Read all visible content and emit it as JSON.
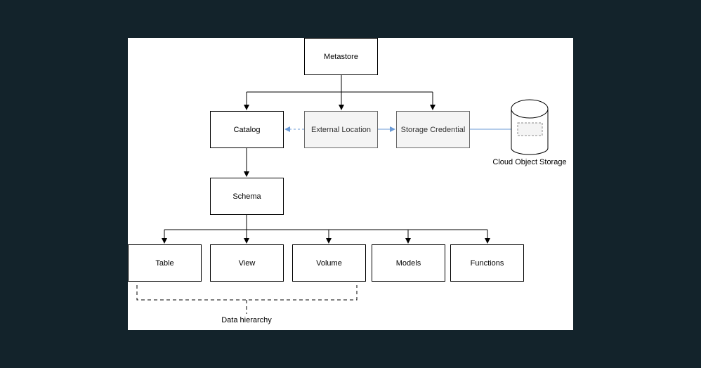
{
  "diagram": {
    "nodes": {
      "metastore": "Metastore",
      "catalog": "Catalog",
      "external_location": "External Location",
      "storage_credential": "Storage Credential",
      "schema": "Schema",
      "table": "Table",
      "view": "View",
      "volume": "Volume",
      "models": "Models",
      "functions": "Functions"
    },
    "labels": {
      "cloud_object_storage": "Cloud Object Storage",
      "data_hierarchy": "Data hierarchy"
    },
    "colors": {
      "background": "#13232b",
      "line": "#000000",
      "blue_arrow": "#6a9ad6",
      "grey_fill": "#f4f4f4"
    }
  }
}
